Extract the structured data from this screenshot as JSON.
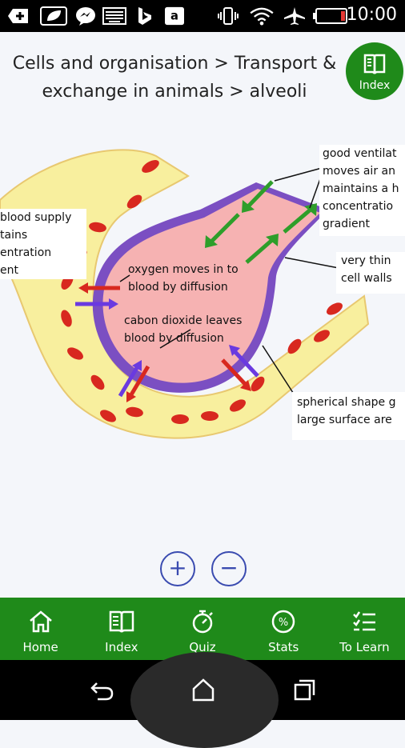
{
  "status_bar": {
    "time": "10:00",
    "icons": [
      "add-icon",
      "leaf-icon",
      "messenger-icon",
      "keyboard-icon",
      "bing-icon",
      "amazon-icon",
      "vibrate-icon",
      "wifi-icon",
      "airplane-icon",
      "battery-icon"
    ]
  },
  "header": {
    "breadcrumb_line1": "Cells and organisation > Transport &",
    "breadcrumb_line2": "exchange in animals > alveoli",
    "index_button": "Index"
  },
  "diagram": {
    "label_left": "blood supply\ntains\nentration\nent",
    "label_top_right": "good ventilat\nmoves air an\nmaintains a h\nconcentratio\ngradient",
    "label_right_mid": "very thin\ncell walls",
    "label_right_bottom": "spherical shape g\nlarge surface are",
    "label_oxygen": "oxygen moves in to\nblood by diffusion",
    "label_co2": "cabon dioxide leaves\nblood by diffusion"
  },
  "zoom": {
    "in": "+",
    "out": "−"
  },
  "tabs": [
    {
      "label": "Home",
      "icon": "home-icon"
    },
    {
      "label": "Index",
      "icon": "book-icon"
    },
    {
      "label": "Quiz",
      "icon": "stopwatch-icon"
    },
    {
      "label": "Stats",
      "icon": "percent-icon"
    },
    {
      "label": "To Learn",
      "icon": "checklist-icon"
    }
  ],
  "colors": {
    "green": "#1f8a1a",
    "alveolus": "#f6b2b2",
    "capillary": "#f8ef9e",
    "blood_cell": "#d8281f",
    "wall": "#7b4fc2"
  }
}
